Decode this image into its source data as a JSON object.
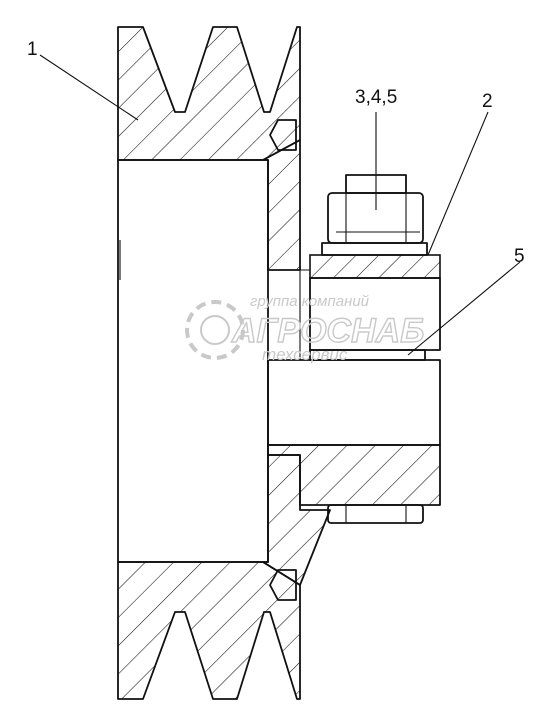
{
  "labels": {
    "part1": "1",
    "part2": "2",
    "part345": "3,4,5",
    "part5": "5"
  },
  "watermark": {
    "line1": "группа компаний",
    "line2": "АГРОСНАБ",
    "line3": "техсервис"
  },
  "colors": {
    "line": "#111111",
    "watermark": "#c9c9c9",
    "background": "#ffffff"
  }
}
